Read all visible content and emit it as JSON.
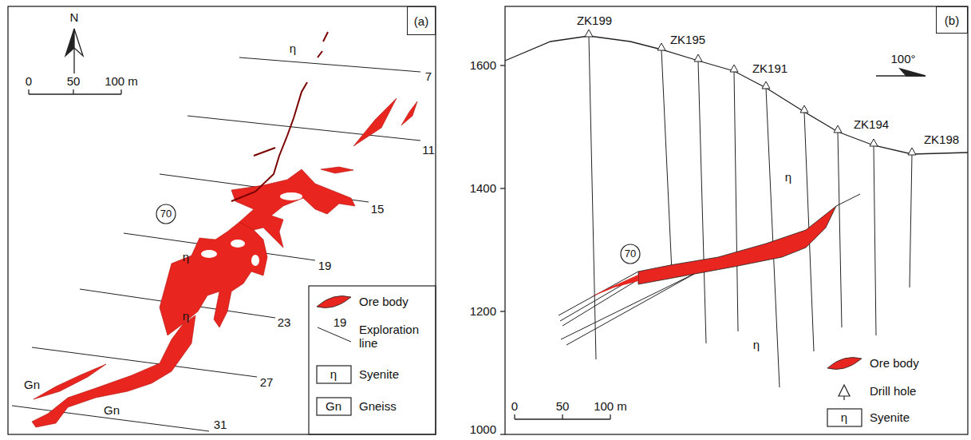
{
  "diagram": {
    "nodes": [
      {
        "text": [
          "(a)"
        ]
      },
      {
        "text": [
          "(b)"
        ]
      }
    ],
    "edges": [],
    "labels": [
      "N",
      "0",
      "50",
      "100 m",
      "7",
      "11",
      "15",
      "19",
      "23",
      "27",
      "31",
      "70",
      "η",
      "η",
      "η",
      "Gn",
      "Gn",
      "19",
      "η",
      "Gn",
      "1600",
      "1400",
      "1200",
      "1000",
      "ZK199",
      "ZK195",
      "ZK191",
      "ZK194",
      "ZK198",
      "100°",
      "η",
      "70",
      "η",
      "0",
      "50",
      "100 m",
      "η"
    ],
    "legend": [
      {
        "text": "Ore body",
        "color": "#e8251f"
      },
      {
        "text": "Exploration line"
      },
      {
        "text": "Syenite"
      },
      {
        "text": "Gneiss"
      },
      {
        "text": "Ore body",
        "color": "#e8251f"
      },
      {
        "text": "Drill hole"
      },
      {
        "text": "Syenite"
      }
    ]
  }
}
